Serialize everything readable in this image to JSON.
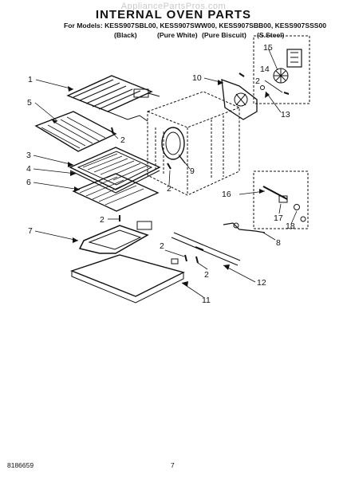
{
  "header": {
    "watermark": "AppliancePartsPros.com",
    "title": "INTERNAL OVEN PARTS",
    "models_line": "For Models: KESS907SBL00, KESS907SWW00, KESS907SBB00, KESS907SSS00",
    "colors": [
      "(Black)",
      "(Pure White)",
      "(Pure Biscuit)",
      "(S.Steel)"
    ]
  },
  "callouts": {
    "c1": "1",
    "c2a": "2",
    "c2b": "2",
    "c2c": "2",
    "c2d": "2",
    "c2e": "2",
    "c2f": "2",
    "c2g": "2",
    "c3": "3",
    "c4": "4",
    "c5": "5",
    "c6": "6",
    "c7": "7",
    "c8": "8",
    "c9": "9",
    "c10": "10",
    "c11": "11",
    "c12": "12",
    "c13": "13",
    "c14": "14",
    "c15": "15",
    "c16": "16",
    "c17": "17",
    "c18": "18"
  },
  "footer": {
    "doc_number": "8186659",
    "page_number": "7"
  }
}
